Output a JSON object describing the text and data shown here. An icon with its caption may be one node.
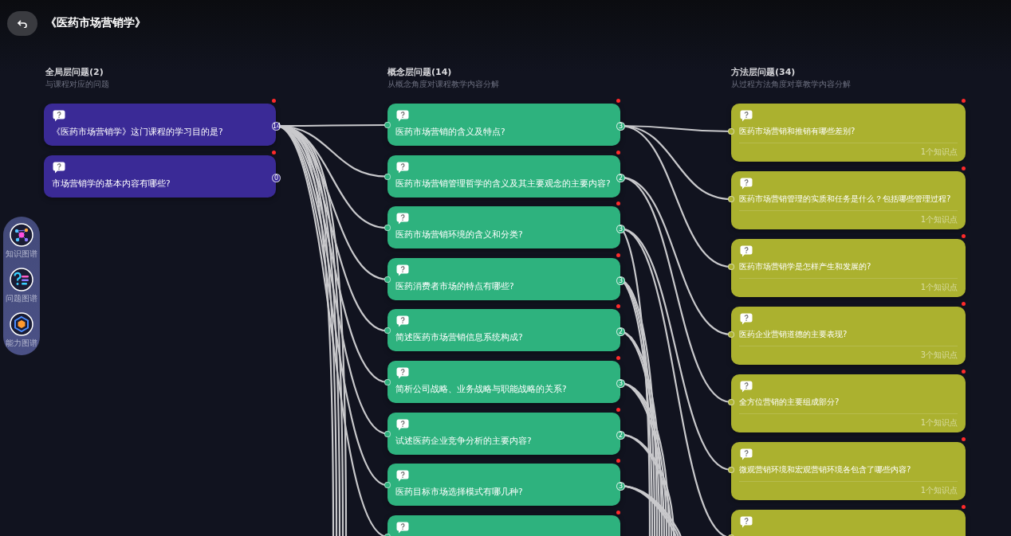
{
  "diagram": {
    "title": "《医药市场营销学》",
    "nodes": [
      {
        "text": [
          "《医药市场营销学》这门课程的学习目的是?"
        ],
        "beside": [
          "14"
        ]
      },
      {
        "text": [
          "市场营销学的基本内容有哪些?"
        ],
        "beside": [
          "0"
        ]
      },
      {
        "text": [
          "医药市场营销的含义及特点?"
        ],
        "beside": [
          "3"
        ]
      },
      {
        "text": [
          "医药市场营销管理哲学的含义及其主要观念的主要内容?"
        ],
        "beside": [
          "2"
        ]
      },
      {
        "text": [
          "医药市场营销环境的含义和分类?"
        ],
        "beside": [
          "3"
        ]
      },
      {
        "text": [
          "医药消费者市场的特点有哪些?"
        ],
        "beside": [
          "3"
        ]
      },
      {
        "text": [
          "简述医药市场营销信息系统构成?"
        ],
        "beside": [
          "2"
        ]
      },
      {
        "text": [
          "简析公司战略、业务战略与职能战略的关系?"
        ],
        "beside": [
          "3"
        ]
      },
      {
        "text": [
          "试述医药企业竞争分析的主要内容?"
        ],
        "beside": [
          "2"
        ]
      },
      {
        "text": [
          "医药目标市场选择模式有哪几种?"
        ],
        "beside": [
          "3"
        ]
      },
      {
        "text": [],
        "shape": "box"
      },
      {
        "text": [
          "医药市场营销和推销有哪些差别?",
          "1个知识点"
        ]
      },
      {
        "text": [
          "医药市场营销管理的实质和任务是什么？包括哪些管理过程?",
          "1个知识点"
        ]
      },
      {
        "text": [
          "医药市场营销学是怎样产生和发展的?",
          "1个知识点"
        ]
      },
      {
        "text": [
          "医药企业营销道德的主要表现?",
          "3个知识点"
        ]
      },
      {
        "text": [
          "全方位营销的主要组成部分?",
          "1个知识点"
        ]
      },
      {
        "text": [
          "微观营销环境和宏观营销环境各包含了哪些内容?",
          "1个知识点"
        ]
      },
      {
        "text": [],
        "shape": "box"
      }
    ],
    "edges": [
      {
        "from": 0,
        "to": 2,
        "arrow": "none"
      },
      {
        "from": 0,
        "to": 3,
        "arrow": "none"
      },
      {
        "from": 0,
        "to": 4,
        "arrow": "none"
      },
      {
        "from": 0,
        "to": 5,
        "arrow": "none"
      },
      {
        "from": 0,
        "to": 6,
        "arrow": "none"
      },
      {
        "from": 0,
        "to": 7,
        "arrow": "none"
      },
      {
        "from": 0,
        "to": 8,
        "arrow": "none"
      },
      {
        "from": 0,
        "to": 9,
        "arrow": "none"
      },
      {
        "from": 0,
        "to": 10,
        "arrow": "none"
      },
      {
        "from": 0,
        "to": null,
        "arrow": "none"
      },
      {
        "from": 0,
        "to": null,
        "arrow": "none"
      },
      {
        "from": 0,
        "to": null,
        "arrow": "none"
      },
      {
        "from": 0,
        "to": null,
        "arrow": "none"
      },
      {
        "from": 0,
        "to": null,
        "arrow": "none"
      },
      {
        "from": 2,
        "to": 11,
        "arrow": "none"
      },
      {
        "from": 2,
        "to": 12,
        "arrow": "none"
      },
      {
        "from": 2,
        "to": 13,
        "arrow": "none"
      },
      {
        "from": 3,
        "to": 14,
        "arrow": "none"
      },
      {
        "from": 3,
        "to": 15,
        "arrow": "none"
      },
      {
        "from": 4,
        "to": 16,
        "arrow": "none"
      },
      {
        "from": 4,
        "to": 17,
        "arrow": "none"
      },
      {
        "from": 4,
        "to": null,
        "arrow": "none"
      },
      {
        "from": 5,
        "to": null,
        "arrow": "none"
      },
      {
        "from": 5,
        "to": null,
        "arrow": "none"
      },
      {
        "from": 5,
        "to": null,
        "arrow": "none"
      },
      {
        "from": 6,
        "to": null,
        "arrow": "none"
      },
      {
        "from": 6,
        "to": null,
        "arrow": "none"
      },
      {
        "from": 7,
        "to": null,
        "arrow": "none"
      },
      {
        "from": 7,
        "to": null,
        "arrow": "none"
      },
      {
        "from": 7,
        "to": null,
        "arrow": "none"
      },
      {
        "from": 8,
        "to": null,
        "arrow": "none"
      },
      {
        "from": 8,
        "to": null,
        "arrow": "none"
      },
      {
        "from": 9,
        "to": null,
        "arrow": "none"
      },
      {
        "from": 9,
        "to": null,
        "arrow": "none"
      },
      {
        "from": 9,
        "to": null,
        "arrow": "none"
      }
    ],
    "labels": [
      "全局层问题(2)",
      "与课程对应的问题",
      "概念层问题(14)",
      "从概念角度对课程教学内容分解",
      "方法层问题(34)",
      "从过程方法角度对章教学内容分解",
      "知识图谱",
      "问题图谱",
      "能力图谱"
    ]
  }
}
